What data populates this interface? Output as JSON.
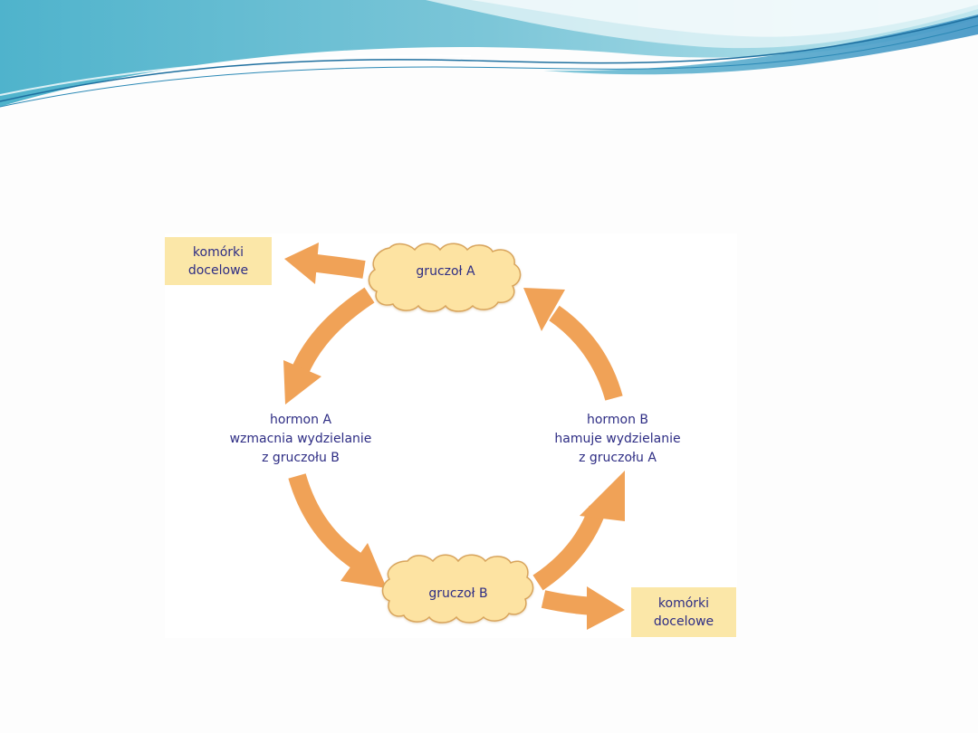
{
  "colors": {
    "arrow": "#f0a257",
    "gland_fill": "#fde3a2",
    "gland_stroke": "#d8a45c",
    "target_box": "#fbe7a8",
    "text": "#2e2d84",
    "wave_dark": "#5fb8cf",
    "wave_light": "#a8dbe5",
    "wave_line": "#1e6f9f"
  },
  "diagram": {
    "gland_a": {
      "label": "gruczoł A",
      "icon": "cloud-blob"
    },
    "gland_b": {
      "label": "gruczoł B",
      "icon": "cloud-blob"
    },
    "target_top": {
      "line1": "komórki",
      "line2": "docelowe"
    },
    "target_bottom": {
      "line1": "komórki",
      "line2": "docelowe"
    },
    "hormone_a": {
      "line1": "hormon A",
      "line2": "wzmacnia wydzielanie",
      "line3": "z gruczołu B"
    },
    "hormone_b": {
      "line1": "hormon B",
      "line2": "hamuje wydzielanie",
      "line3": "z gruczołu A"
    }
  }
}
